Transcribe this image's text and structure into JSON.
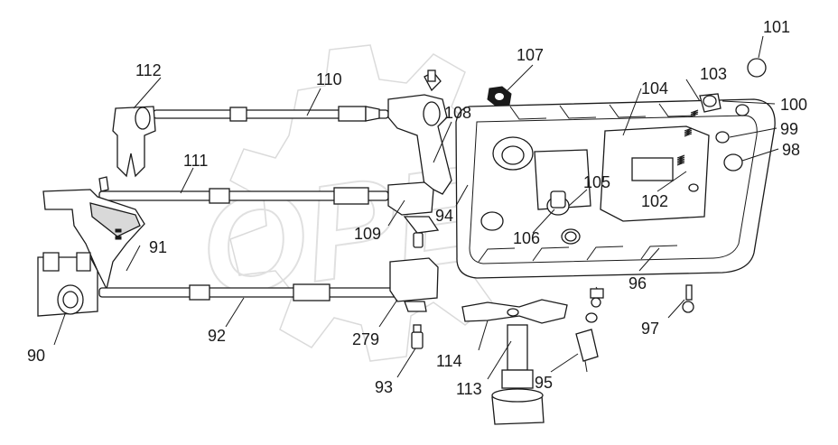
{
  "diagram": {
    "callouts": [
      {
        "id": "c90",
        "text": "90"
      },
      {
        "id": "c91",
        "text": "91"
      },
      {
        "id": "c92",
        "text": "92"
      },
      {
        "id": "c93",
        "text": "93"
      },
      {
        "id": "c94",
        "text": "94"
      },
      {
        "id": "c95",
        "text": "95"
      },
      {
        "id": "c96",
        "text": "96"
      },
      {
        "id": "c97",
        "text": "97"
      },
      {
        "id": "c98",
        "text": "98"
      },
      {
        "id": "c99",
        "text": "99"
      },
      {
        "id": "c100",
        "text": "100"
      },
      {
        "id": "c101",
        "text": "101"
      },
      {
        "id": "c102",
        "text": "102"
      },
      {
        "id": "c103",
        "text": "103"
      },
      {
        "id": "c104",
        "text": "104"
      },
      {
        "id": "c105",
        "text": "105"
      },
      {
        "id": "c106",
        "text": "106"
      },
      {
        "id": "c107",
        "text": "107"
      },
      {
        "id": "c108",
        "text": "108"
      },
      {
        "id": "c109",
        "text": "109"
      },
      {
        "id": "c110",
        "text": "110"
      },
      {
        "id": "c111",
        "text": "111"
      },
      {
        "id": "c112",
        "text": "112"
      },
      {
        "id": "c113",
        "text": "113"
      },
      {
        "id": "c114",
        "text": "114"
      },
      {
        "id": "c279",
        "text": "279"
      }
    ],
    "watermark": "OPEX"
  }
}
